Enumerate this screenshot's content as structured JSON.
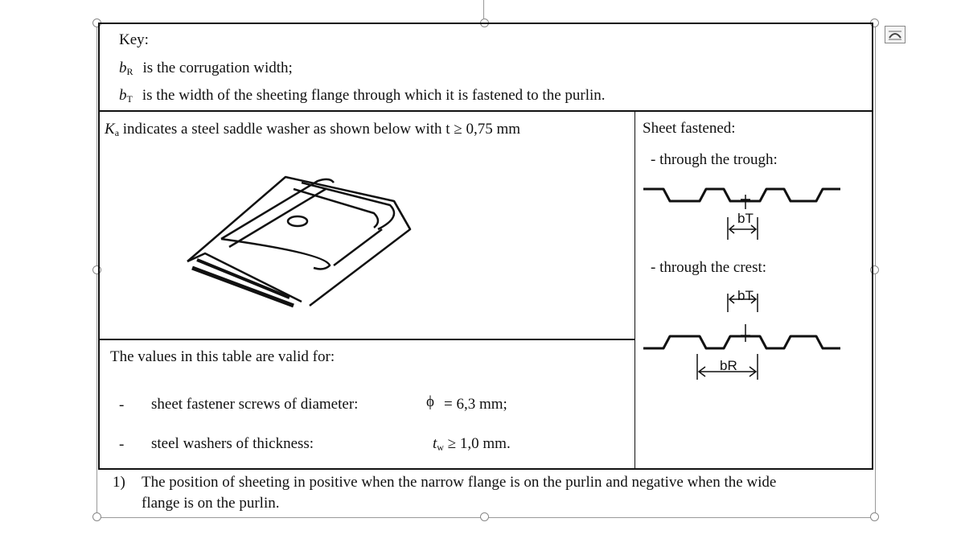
{
  "key": {
    "title": "Key:",
    "items": [
      {
        "symbol": "b",
        "sub": "R",
        "text": "is the corrugation width;"
      },
      {
        "symbol": "b",
        "sub": "T",
        "text": "is the width of the sheeting flange through which it is fastened to the purlin."
      }
    ]
  },
  "washer": {
    "symbol": "K",
    "sub": "a",
    "text": "indicates a steel saddle washer as shown below with t ≥ 0,75 mm"
  },
  "sheet": {
    "title": "Sheet fastened:",
    "trough": "-  through the trough:",
    "crest": "-  through the crest:",
    "label_bt": "bT",
    "label_br": "bR"
  },
  "validity": {
    "title": "The values in this table are valid for:",
    "rows": [
      {
        "dash": "-",
        "label": "sheet fastener screws of diameter:",
        "symbol": "ϕ",
        "value": "= 6,3 mm;"
      },
      {
        "dash": "-",
        "label": "steel washers of thickness:",
        "symbol": "t",
        "sub": "w",
        "value": "≥  1,0 mm."
      }
    ]
  },
  "footnote": {
    "number": "1)",
    "line1": "The position of sheeting in positive when the narrow flange is on the purlin and negative when the wide",
    "line2": "flange is on the purlin."
  }
}
